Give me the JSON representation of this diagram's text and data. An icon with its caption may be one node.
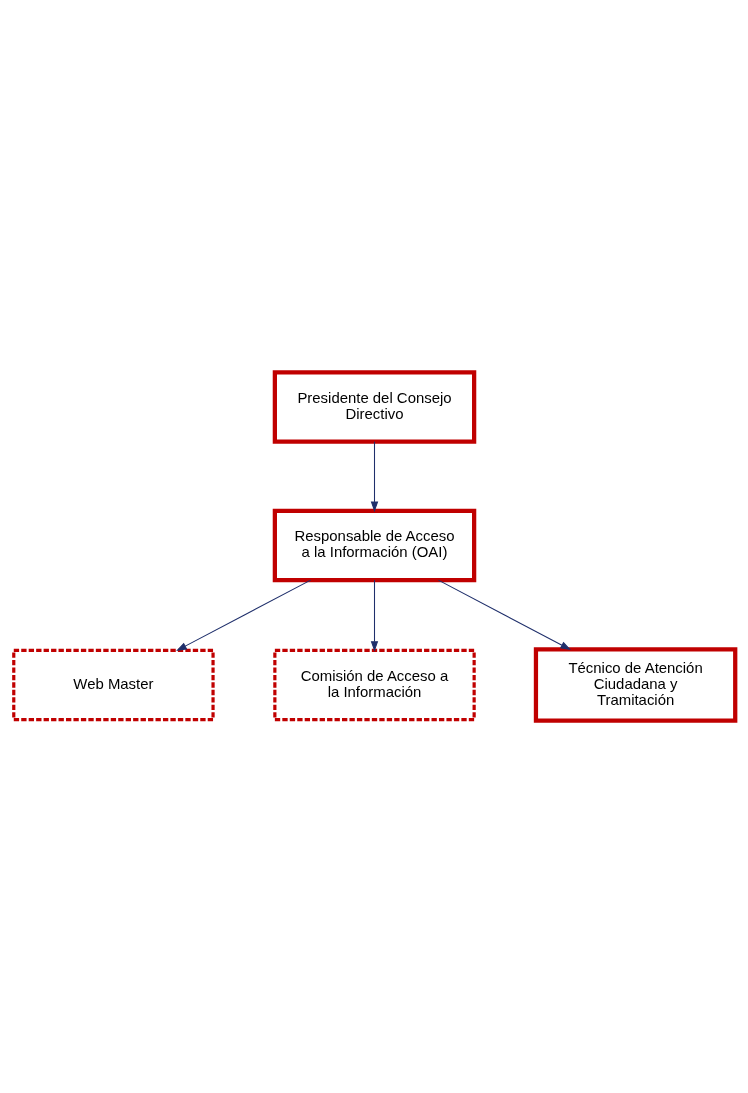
{
  "diagram": {
    "nodes": [
      {
        "text": [
          "Presidente del Consejo Directivo"
        ]
      },
      {
        "text": [
          "Responsable de Acceso a la Información (OAI)"
        ]
      },
      {
        "text": [
          "Web Master"
        ]
      },
      {
        "text": [
          "Comisión de Acceso a la Información"
        ]
      },
      {
        "text": [
          "Técnico de Atención Ciudadana y Tramitación"
        ]
      }
    ],
    "edges": [
      {
        "from": 0,
        "to": 1,
        "arrow": "to"
      },
      {
        "from": 1,
        "to": 2,
        "arrow": "to"
      },
      {
        "from": 1,
        "to": 3,
        "arrow": "to"
      },
      {
        "from": 1,
        "to": 4,
        "arrow": "to"
      }
    ]
  }
}
